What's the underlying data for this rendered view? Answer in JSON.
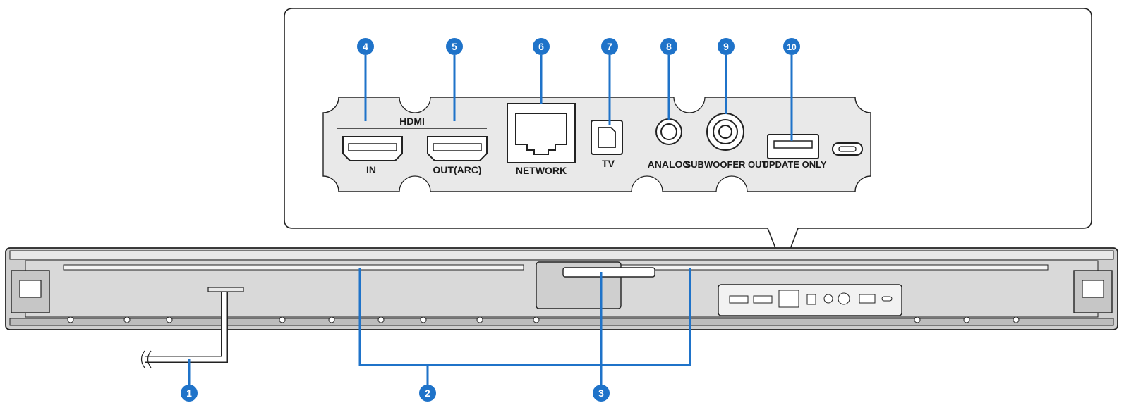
{
  "callout_numbers": [
    "1",
    "2",
    "3",
    "4",
    "5",
    "6",
    "7",
    "8",
    "9",
    "10"
  ],
  "panel_labels": {
    "hdmi_group": "HDMI",
    "hdmi_in": "IN",
    "hdmi_out": "OUT(ARC)",
    "network": "NETWORK",
    "tv": "TV",
    "analog": "ANALOG",
    "subwoofer_out": "SUBWOOFER OUT",
    "update_only": "UPDATE ONLY"
  },
  "colors": {
    "callout_blue": "#1f73c9",
    "body_gray": "#d9d9d9",
    "panel_gray": "#e6e6e6",
    "outline": "#222222"
  }
}
